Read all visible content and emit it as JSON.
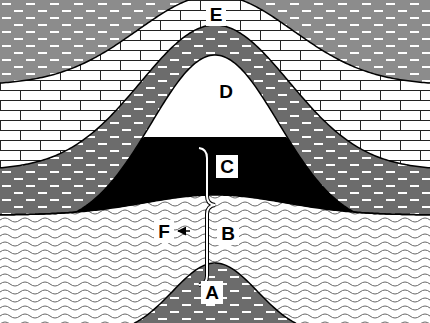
{
  "diagram": {
    "labels": [
      "E",
      "D",
      "C",
      "F",
      "B",
      "A"
    ]
  }
}
